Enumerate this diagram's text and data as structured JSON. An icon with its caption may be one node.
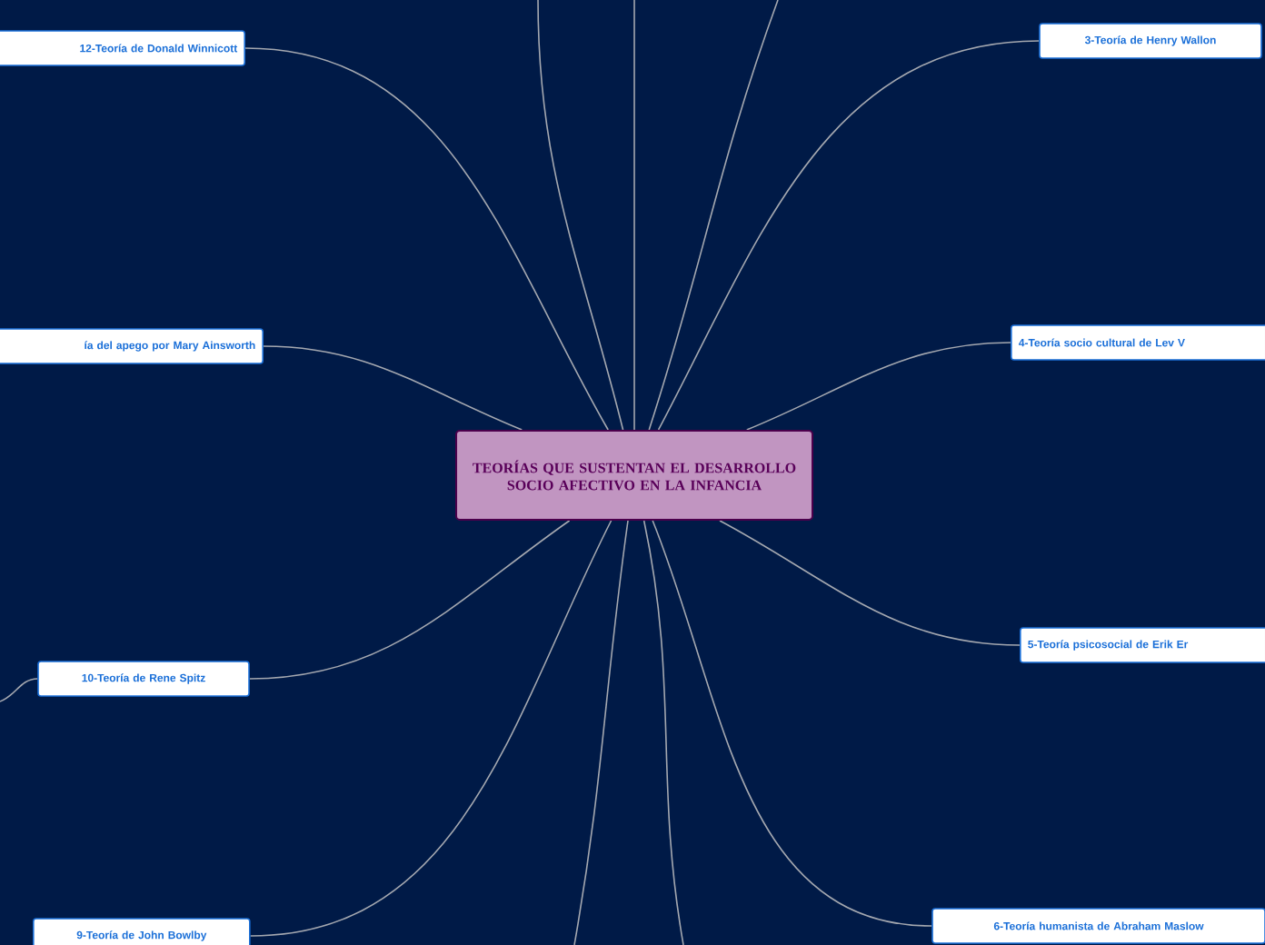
{
  "diagram": {
    "nodes": [
      {
        "text": [
          "TEORÍAS QUE SUSTENTAN EL DESARROLLO SOCIO AFECTIVO EN LA INFANCIA"
        ]
      },
      {
        "text": [
          "12-Teoría de Donald Winnicott"
        ]
      },
      {
        "text": [
          "3-Teoría de Henry Wallon"
        ]
      },
      {
        "text": [
          "ía del apego por Mary Ainsworth"
        ]
      },
      {
        "text": [
          "4-Teoría socio cultural de Lev V"
        ]
      },
      {
        "text": [
          "10-Teoría de Rene Spitz"
        ]
      },
      {
        "text": [
          "5-Teoría psicosocial de Erik Er"
        ]
      },
      {
        "text": [
          "9-Teoría de John Bowlby"
        ]
      },
      {
        "text": [
          "6-Teoría humanista de Abraham Maslow"
        ]
      }
    ],
    "edges": [
      {
        "from": 0,
        "to": 1,
        "arrow": "none"
      },
      {
        "from": 0,
        "to": 2,
        "arrow": "none"
      },
      {
        "from": 0,
        "to": 3,
        "arrow": "none"
      },
      {
        "from": 0,
        "to": 4,
        "arrow": "none"
      },
      {
        "from": 0,
        "to": 5,
        "arrow": "none"
      },
      {
        "from": 0,
        "to": 6,
        "arrow": "none"
      },
      {
        "from": 0,
        "to": 7,
        "arrow": "none"
      },
      {
        "from": 0,
        "to": 8,
        "arrow": "none"
      },
      {
        "from": 0,
        "to": null,
        "arrow": "none"
      },
      {
        "from": 0,
        "to": null,
        "arrow": "none"
      },
      {
        "from": 0,
        "to": null,
        "arrow": "none"
      },
      {
        "from": 0,
        "to": null,
        "arrow": "none"
      },
      {
        "from": 0,
        "to": null,
        "arrow": "none"
      },
      {
        "from": 5,
        "to": null,
        "arrow": "none"
      }
    ]
  }
}
